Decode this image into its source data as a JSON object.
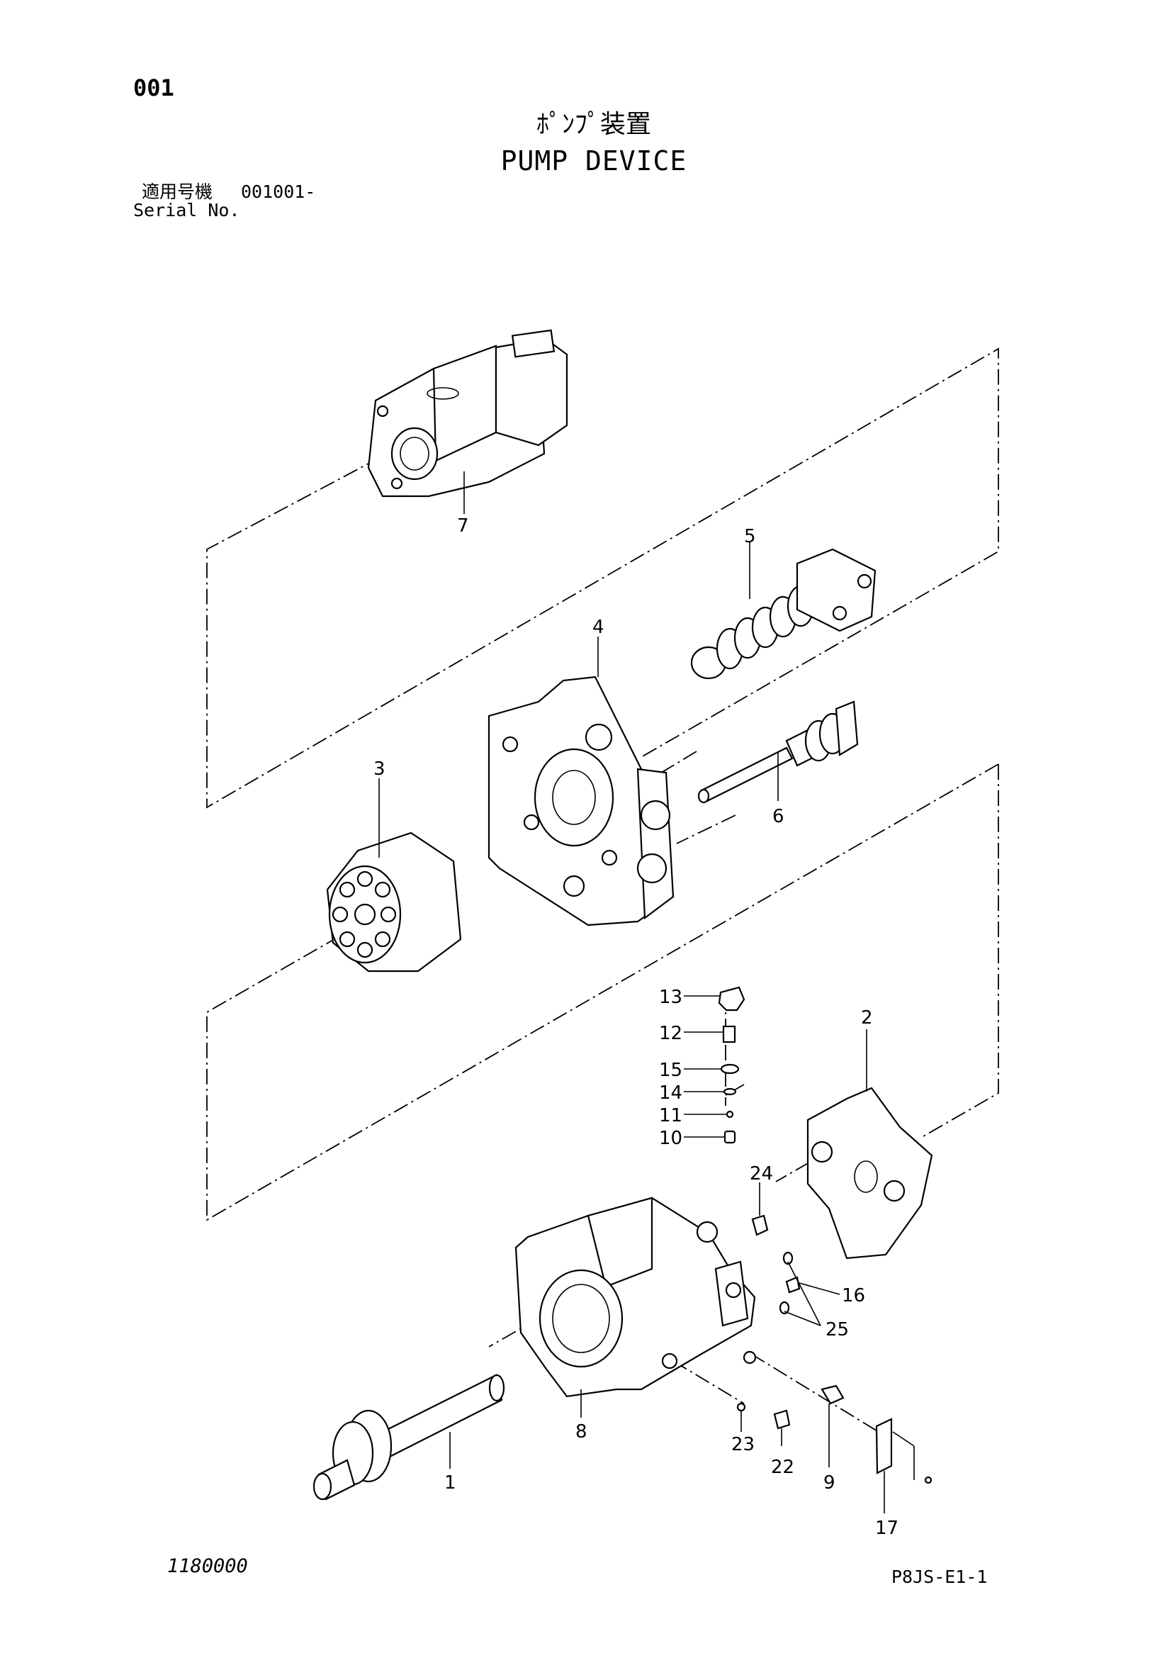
{
  "header": {
    "page_number": "001",
    "title_jp": "ﾎﾟﾝﾌﾟ装置",
    "title_en": "PUMP DEVICE",
    "serial_label_jp": "適用号機",
    "serial_value": "001001-",
    "serial_label_en": "Serial No."
  },
  "footer": {
    "drawing_number": "1180000",
    "sheet_code": "P8JS-E1-1"
  },
  "callouts": {
    "c1": "1",
    "c2": "2",
    "c3": "3",
    "c4": "4",
    "c5": "5",
    "c6": "6",
    "c7": "7",
    "c8": "8",
    "c9": "9",
    "c10": "10",
    "c11": "11",
    "c12": "12",
    "c13": "13",
    "c14": "14",
    "c15": "15",
    "c16": "16",
    "c17": "17",
    "c22": "22",
    "c23": "23",
    "c24": "24",
    "c25": "25"
  }
}
